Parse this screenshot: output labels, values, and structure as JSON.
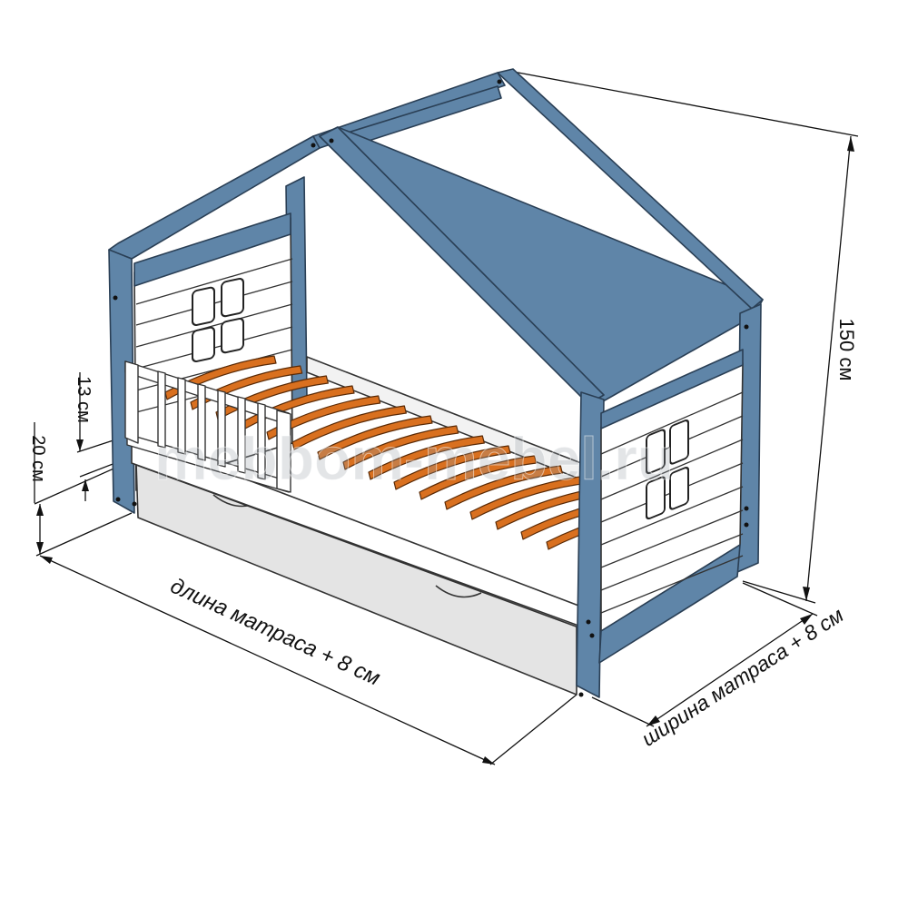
{
  "labels": {
    "height_total": "150 см",
    "height_rail": "13 см",
    "height_base": "20 см",
    "length": "длина матраса + 8 см",
    "width": "ширина матраса + 8 см"
  },
  "watermark": "mebbom-mebel.ru",
  "colors": {
    "frame": "#5f85a8",
    "frame_edge": "#2a3f55",
    "panel": "#ffffff",
    "panel_line": "#333333",
    "slat": "#d9701f",
    "drawer": "#e4e4e4",
    "dimension": "#111111"
  }
}
